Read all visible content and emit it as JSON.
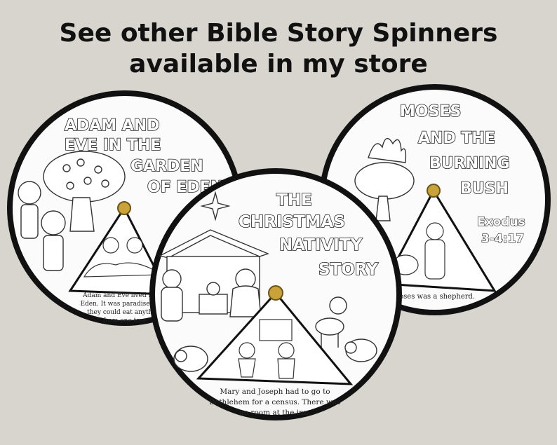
{
  "headline": {
    "line1": "See other Bible Story Spinners",
    "line2": "available in my store"
  },
  "spinners": {
    "adam_eve": {
      "title_lines": [
        "ADAM AND",
        "EVE IN THE",
        "GARDEN",
        "OF EDEN"
      ],
      "caption_lines": [
        "Adam and Eve lived in the",
        "Eden.  It was paradise. They",
        "they could eat anything",
        "from one tree"
      ]
    },
    "moses": {
      "title_lines": [
        "MOSES",
        "AND THE",
        "BURNING",
        "BUSH"
      ],
      "reference_lines": [
        "Exodus",
        "3-4:17"
      ],
      "caption_lines": [
        "Moses was a shepherd."
      ]
    },
    "nativity": {
      "title_lines": [
        "THE",
        "CHRISTMAS",
        "NATIVITY",
        "STORY"
      ],
      "caption_lines": [
        "Mary and Joseph had to go to",
        "Bethlehem for a census.  There was",
        "no room at the inn."
      ]
    }
  },
  "colors": {
    "background": "#d8d5cf",
    "headline_text": "#111111",
    "wheel_border": "#111111",
    "wheel_face": "#fbfbfb",
    "brad": "#c9a23a"
  }
}
